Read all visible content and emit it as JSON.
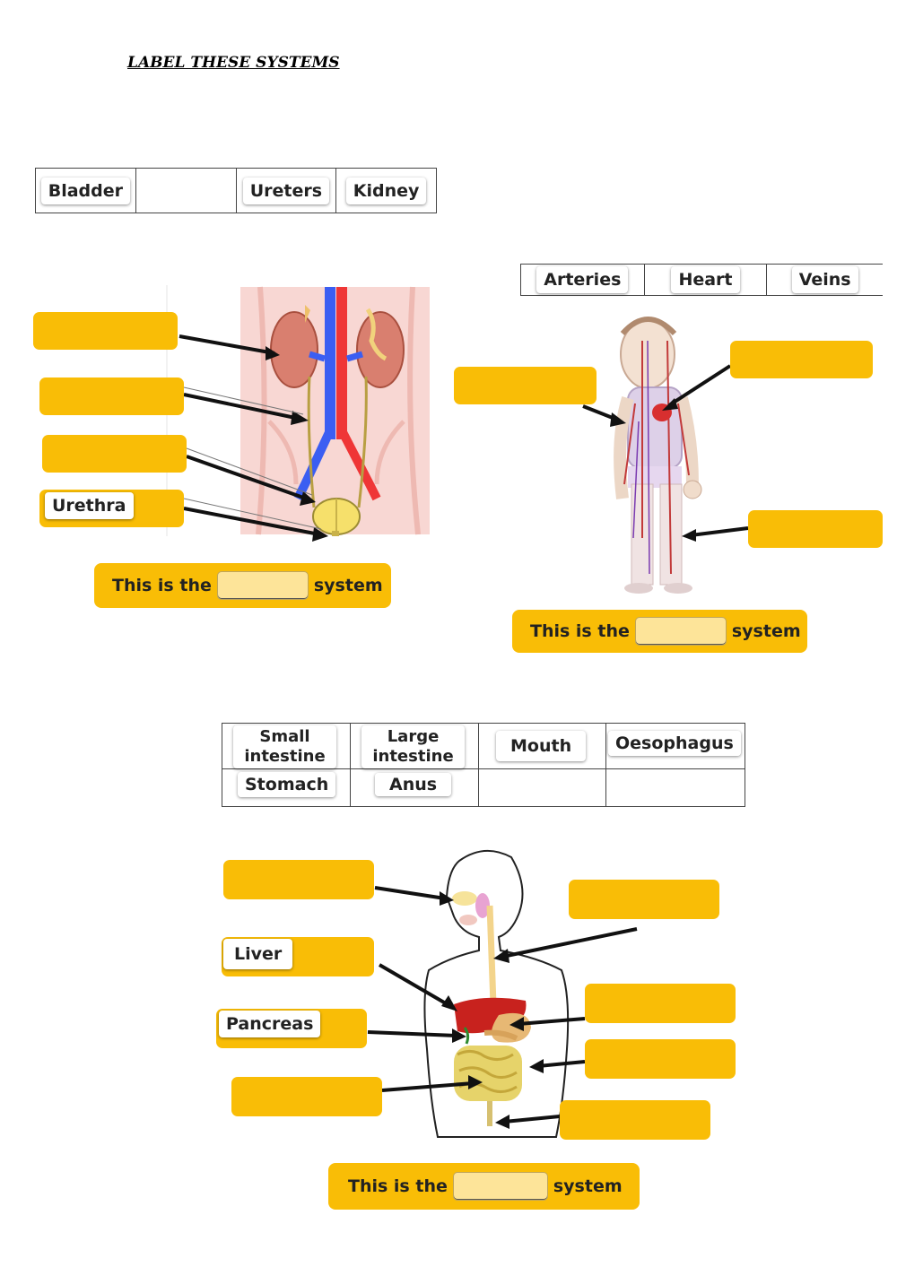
{
  "title": "LABEL THESE SYSTEMS",
  "urinary": {
    "bank": [
      "Bladder",
      "",
      "Ureters",
      "Kidney"
    ],
    "placed": "Urethra",
    "sentence_start": "This is the",
    "sentence_end": "system"
  },
  "circulatory": {
    "bank": [
      "Arteries",
      "Heart",
      "Veins"
    ],
    "sentence_start": "This is the",
    "sentence_end": "system"
  },
  "digestive": {
    "bank_row1": [
      "Small intestine",
      "Large intestine",
      "Mouth",
      "Oesophagus"
    ],
    "bank_row2": [
      "Stomach",
      "Anus",
      "",
      ""
    ],
    "placed_liver": "Liver",
    "placed_pancreas": "Pancreas",
    "sentence_start": "This is the",
    "sentence_end": "system"
  },
  "colors": {
    "label_box": "#f9bd06",
    "blank": "#fde499"
  }
}
